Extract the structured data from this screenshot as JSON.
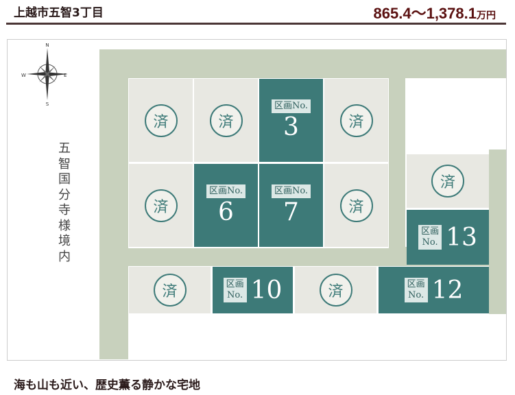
{
  "header": {
    "title": "上越市五智3丁目",
    "price": "865.4〜1,378.1",
    "price_unit": "万円"
  },
  "map": {
    "compass": {
      "n": "N",
      "s": "S",
      "e": "E",
      "w": "W"
    },
    "temple_label": "五智国分寺様境内",
    "sold_mark": "済",
    "lot_label": "区画No.",
    "lot_label_a": "区画",
    "lot_label_b": "No.",
    "lots": {
      "l3": "3",
      "l6": "6",
      "l7": "7",
      "l10": "10",
      "l12": "12",
      "l13": "13"
    }
  },
  "tagline": "海も山も近い、歴史薫る静かな宅地",
  "colors": {
    "teal": "#3d7a78",
    "road": "#c8d1bd",
    "lot": "#e8e8e2"
  }
}
